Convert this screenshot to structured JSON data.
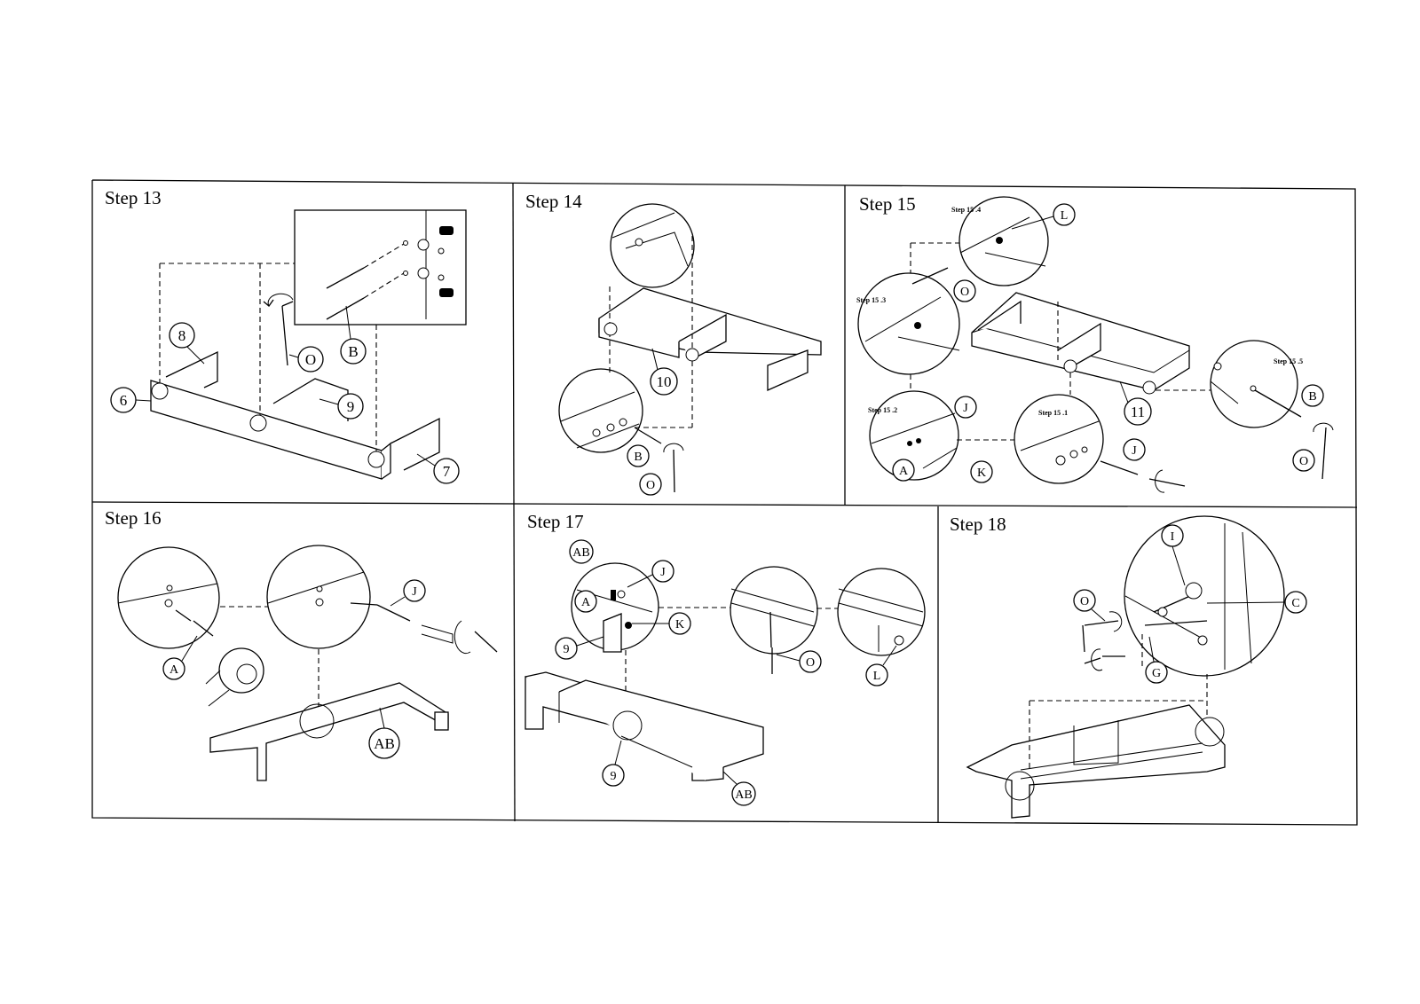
{
  "steps": [
    {
      "title": "Step 13",
      "labels": [
        "8",
        "6",
        "9",
        "7",
        "O",
        "B"
      ]
    },
    {
      "title": "Step 14",
      "labels": [
        "10",
        "B",
        "O"
      ]
    },
    {
      "title": "Step 15",
      "labels": [
        "L",
        "O",
        "J",
        "A",
        "K",
        "J",
        "11",
        "B",
        "O"
      ],
      "substeps": [
        "Step 15 .4",
        "Step 15 .3",
        "Step 15 .2",
        "Step 15 .1",
        "Step 15 .5"
      ]
    },
    {
      "title": "Step 16",
      "labels": [
        "J",
        "A",
        "AB"
      ]
    },
    {
      "title": "Step 17",
      "labels": [
        "AB",
        "J",
        "A",
        "K",
        "9",
        "O",
        "L",
        "9",
        "AB"
      ]
    },
    {
      "title": "Step 18",
      "labels": [
        "I",
        "O",
        "C",
        "G"
      ]
    }
  ]
}
